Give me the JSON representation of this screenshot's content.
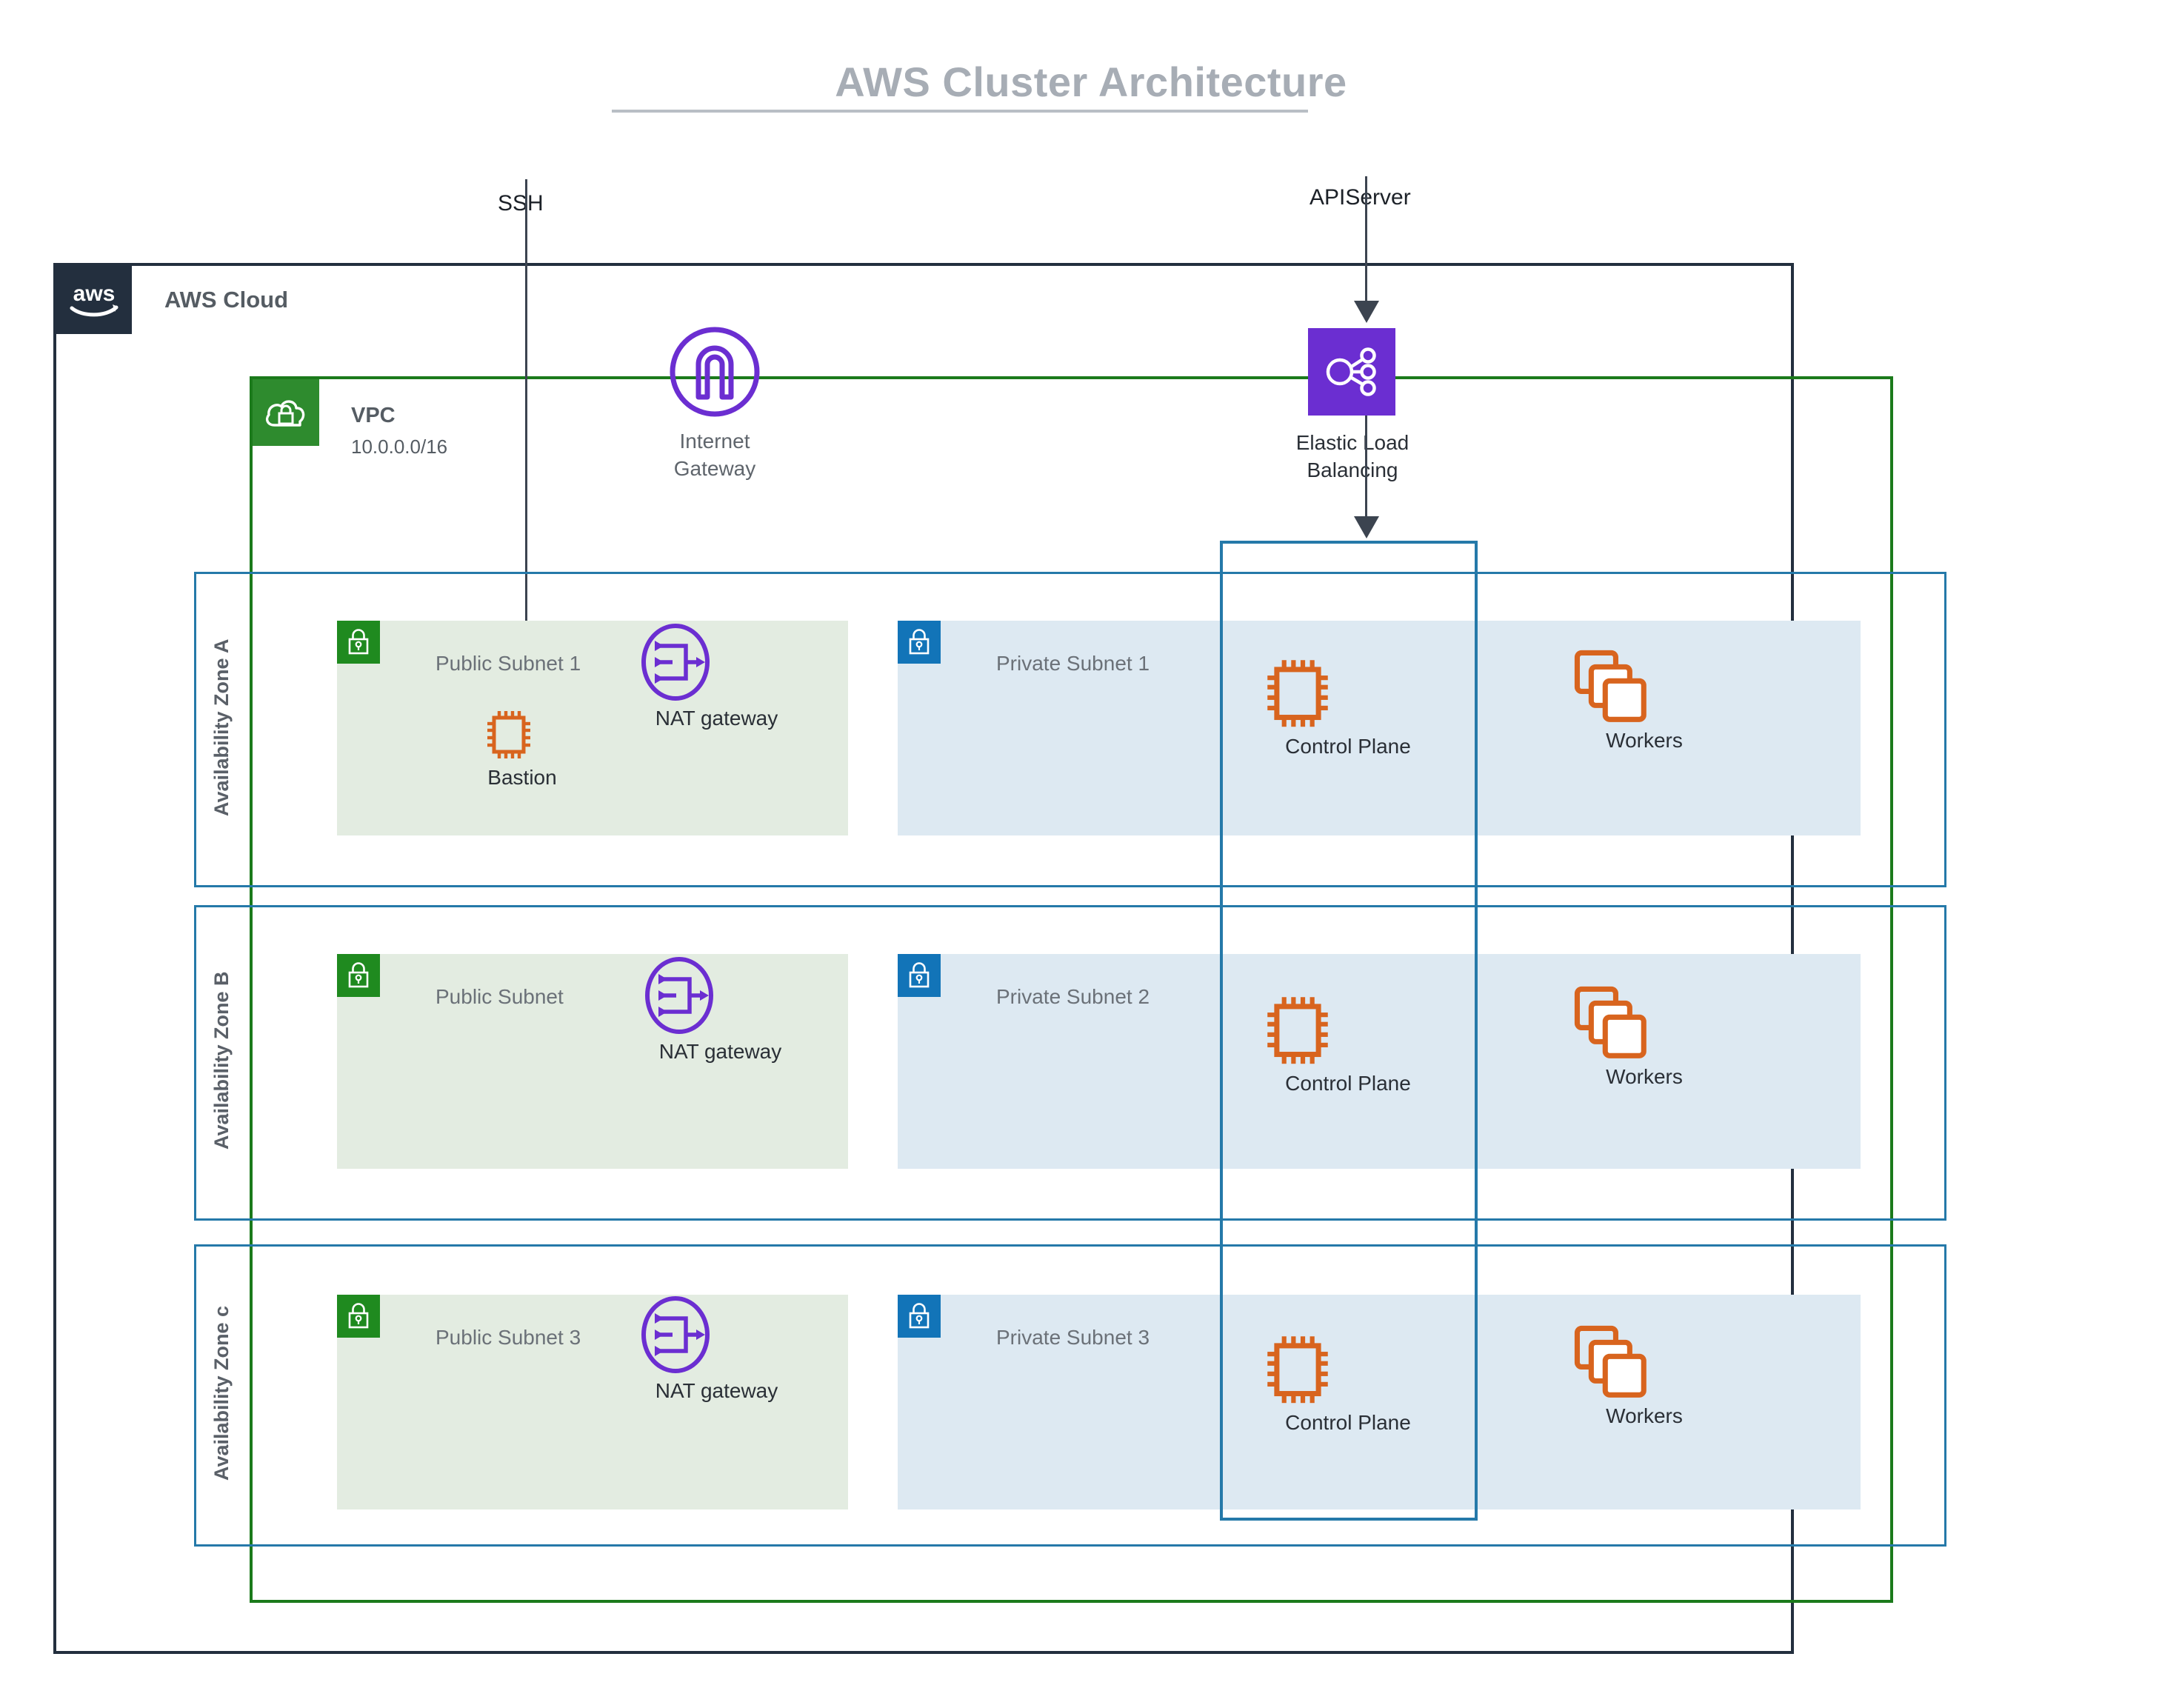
{
  "title": "AWS Cluster Architecture",
  "cloud": {
    "label": "AWS Cloud",
    "logo_icon": "aws-logo-icon"
  },
  "vpc": {
    "label": "VPC",
    "cidr": "10.0.0.0/16",
    "badge_icon": "vpc-cloud-lock-icon"
  },
  "gateways": {
    "internet_gateway": {
      "label_line1": "Internet",
      "label_line2": "Gateway",
      "icon": "internet-gateway-icon"
    },
    "elastic_load_balancing": {
      "label_line1": "Elastic Load",
      "label_line2": "Balancing",
      "icon": "elastic-load-balancing-icon"
    }
  },
  "connectors": [
    {
      "label": "SSH",
      "from": "internet",
      "to": "Bastion"
    },
    {
      "label": "APIServer",
      "from": "internet",
      "to": "Elastic Load Balancing"
    }
  ],
  "control_plane_group": {
    "name": "control-plane-group"
  },
  "zones": [
    {
      "label": "Availability Zone A",
      "public_subnet": {
        "name": "Public Subnet 1",
        "badge_icon": "green-lock-icon",
        "nodes": [
          {
            "label": "Bastion",
            "icon": "ec2-chip-icon"
          },
          {
            "label": "NAT gateway",
            "icon": "nat-gateway-icon"
          }
        ]
      },
      "private_subnet": {
        "name": "Private Subnet 1",
        "badge_icon": "blue-lock-icon",
        "nodes": [
          {
            "label": "Control Plane",
            "icon": "ec2-chip-icon"
          },
          {
            "label": "Workers",
            "icon": "instances-stack-icon"
          }
        ]
      }
    },
    {
      "label": "Availability Zone B",
      "public_subnet": {
        "name": "Public Subnet",
        "badge_icon": "green-lock-icon",
        "nodes": [
          {
            "label": "NAT gateway",
            "icon": "nat-gateway-icon"
          }
        ]
      },
      "private_subnet": {
        "name": "Private Subnet 2",
        "badge_icon": "blue-lock-icon",
        "nodes": [
          {
            "label": "Control Plane",
            "icon": "ec2-chip-icon"
          },
          {
            "label": "Workers",
            "icon": "instances-stack-icon"
          }
        ]
      }
    },
    {
      "label": "Availability Zone c",
      "public_subnet": {
        "name": "Public Subnet 3",
        "badge_icon": "green-lock-icon",
        "nodes": [
          {
            "label": "NAT gateway",
            "icon": "nat-gateway-icon"
          }
        ]
      },
      "private_subnet": {
        "name": "Private Subnet 3",
        "badge_icon": "blue-lock-icon",
        "nodes": [
          {
            "label": "Control Plane",
            "icon": "ec2-chip-icon"
          },
          {
            "label": "Workers",
            "icon": "instances-stack-icon"
          }
        ]
      }
    }
  ],
  "colors": {
    "aws_navy": "#232F3E",
    "vpc_green": "#1B7A1B",
    "az_blue": "#2579a9",
    "public_subnet_green": "#1f8a1f",
    "private_subnet_blue": "#1274b8",
    "compute_orange": "#D8641E",
    "purple": "#6b2ed1",
    "title_grey": "#a7adb5"
  }
}
